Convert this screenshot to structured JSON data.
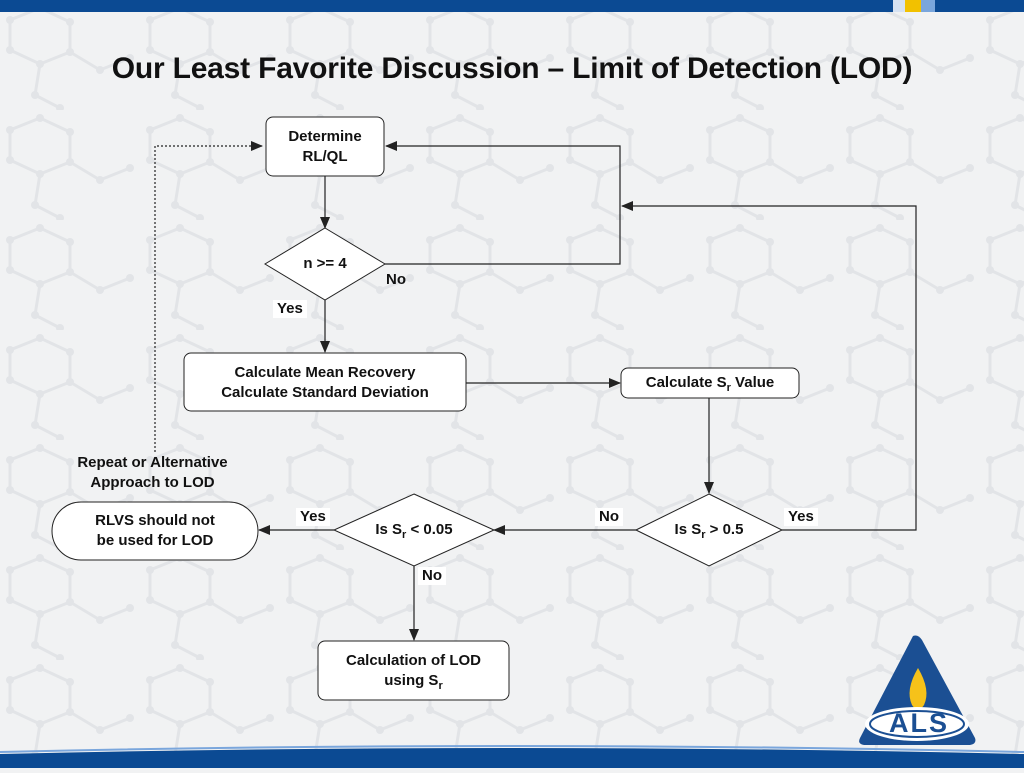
{
  "slide": {
    "title": "Our Least Favorite Discussion – Limit of Detection (LOD)"
  },
  "flowchart": {
    "determine": [
      "Determine",
      "RL/QL"
    ],
    "n_check": "n >= 4",
    "n_no": "No",
    "n_yes": "Yes",
    "calc_mean": [
      "Calculate Mean Recovery",
      "Calculate Standard Deviation"
    ],
    "calc_sr": {
      "pre": "Calculate S",
      "sub": "r",
      "post": " Value"
    },
    "is_sr_gt": {
      "pre": "Is S",
      "sub": "r",
      "post": " > 0.5"
    },
    "is_sr_gt_no": "No",
    "is_sr_gt_yes": "Yes",
    "is_sr_lt": {
      "pre": "Is S",
      "sub": "r",
      "post": " < 0.05"
    },
    "is_sr_lt_yes": "Yes",
    "is_sr_lt_no": "No",
    "rlvs": [
      "RLVS should not",
      "be used for LOD"
    ],
    "repeat_label": [
      "Repeat or Alternative",
      "Approach to LOD"
    ],
    "calc_lod": {
      "line1": "Calculation of LOD",
      "pre": "using S",
      "sub": "r"
    }
  },
  "logo": {
    "text": "ALS"
  },
  "colors": {
    "band": "#0b4a93",
    "accent_yellow": "#f2c100",
    "accent_blue": "#7aa6dc",
    "logo_blue": "#1b4f93",
    "flame": "#f6c21a"
  }
}
